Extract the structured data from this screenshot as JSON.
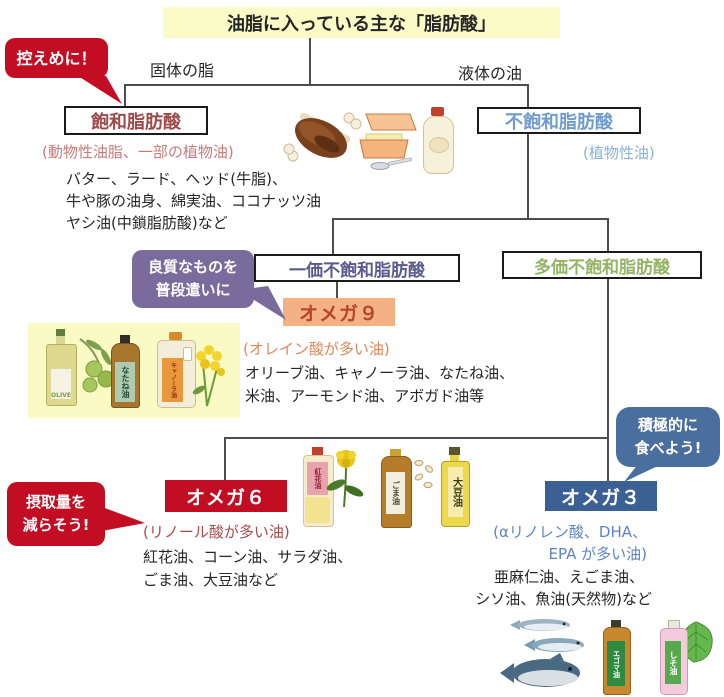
{
  "title": "油脂に入っている主な「脂肪酸」",
  "branches": {
    "solid_label": "固体の脂",
    "liquid_label": "液体の油"
  },
  "saturated": {
    "heading": "飽和脂肪酸",
    "subtitle": "(動物性油脂、一部の植物油)",
    "examples": [
      "バター、ラード、ヘッド(牛脂)、",
      "牛や豚の油身、綿実油、ココナッツ油",
      "ヤシ油(中鎖脂肪酸)など"
    ]
  },
  "unsaturated": {
    "heading": "不飽和脂肪酸",
    "subtitle": "(植物性油)"
  },
  "mono": {
    "heading": "一価不飽和脂肪酸",
    "omega_label": "オメガ９",
    "subtitle": "(オレイン酸が多い油)",
    "examples": [
      "オリーブ油、キャノーラ油、なたね油、",
      "米油、アーモンド油、アボガド油等"
    ]
  },
  "poly": {
    "heading": "多価不飽和脂肪酸"
  },
  "omega6": {
    "heading": "オメガ６",
    "subtitle": "(リノール酸が多い油)",
    "examples": [
      "紅花油、コーン油、サラダ油、",
      "ごま油、大豆油など"
    ]
  },
  "omega3": {
    "heading": "オメガ３",
    "subtitle_lines": [
      "(αリノレン酸、DHA、",
      "EPA が多い油)"
    ],
    "examples": [
      "亜麻仁油、えごま油、",
      "シソ油、魚油(天然物)など"
    ]
  },
  "callouts": {
    "moderate": "控えめに！",
    "daily_line1": "良質なものを",
    "daily_line2": "普段遣いに",
    "reduce_line1": "摂取量を",
    "reduce_line2": "減らそう!",
    "active_line1": "積極的に",
    "active_line2": "食べよう!"
  },
  "bottle_labels": {
    "olive": "OLIVE",
    "natane": "なたね油",
    "canola": "キャノーラ油",
    "benibana": "紅花油",
    "goma": "ごま油",
    "daizu": "大豆油",
    "egoma": "エゴマ油",
    "shiso": "しそ油"
  },
  "illustrations": [
    "meat-on-bone",
    "butter-dish",
    "mayonnaise-bottle",
    "olive-oil-bottle",
    "olive-branch",
    "rapeseed-oil-bottle",
    "canola-oil-bottle",
    "canola-flowers",
    "safflower-oil-bottle",
    "safflower-flower",
    "sesame-oil-bottle",
    "sesame-seeds",
    "soybean-oil-bottle",
    "fish-group",
    "egoma-oil-bottle",
    "shiso-oil-bottle",
    "shiso-leaf"
  ],
  "colors": {
    "title_bg": "#fbfbc8",
    "panel_bg": "#fafac4",
    "connector": "#4d4d4d",
    "callout_red": "#c30d23",
    "callout_purple": "#7a6b9d",
    "callout_blue": "#4a6f9f",
    "omega9_bg": "#f4b183",
    "omega9_text": "#b5452c",
    "omega6_bg": "#c30d23",
    "omega3_bg": "#3a6094",
    "saturated_text": "#9c4a4a",
    "saturated_sub": "#c97b7b",
    "unsaturated_text": "#6f9bcd",
    "unsaturated_sub": "#8ab2d8",
    "mono_text": "#5a5a8c",
    "poly_text": "#94b465",
    "olein_text": "#e2855a",
    "linoleic_text": "#a94a4a",
    "omega3_sub": "#5e83c4"
  }
}
